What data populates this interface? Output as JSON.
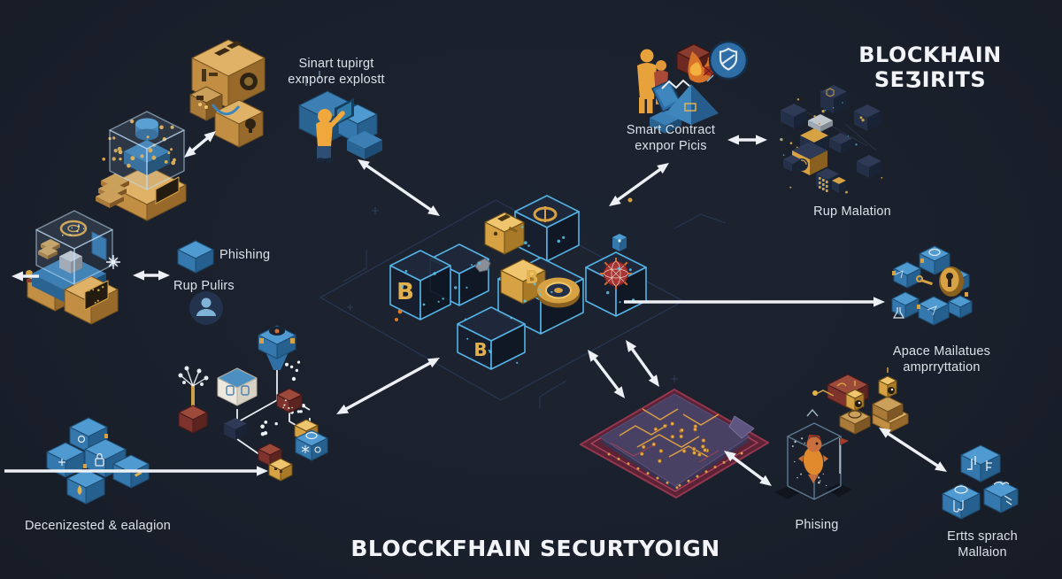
{
  "titles": {
    "top_right": "BLOCKHAIN SEƷIRITS",
    "bottom_center": "BLOCCKFHAIN SECURTYOIGN"
  },
  "labels": {
    "mining_exploit_1": "Sinart tupirgt",
    "mining_exploit_2": "exnpore explostt",
    "smart_contract_1": "Smart Contract",
    "smart_contract_2": "exnpor Picis",
    "rug_malation": "Rup Malation",
    "phishing": "Phishing",
    "rug_pulls": "Rup Pulirs",
    "apace_1": "Apace Mailatues",
    "apace_2": "amprryttation",
    "decentralized": "Decenizested & ealagion",
    "phising": "Phising",
    "erts_1": "Ertts sprach",
    "erts_2": "Mallaion"
  },
  "colors": {
    "background": "#1a202b",
    "arrow": "#edf0f4",
    "label_text": "#dce1e8",
    "title_text": "#f2f4f8",
    "gold": "#d7a244",
    "tan": "#c18e44",
    "blue": "#3578ae",
    "navy_cube": "#242f48",
    "cyan_glow": "#54b2e4",
    "maroon": "#7e342c",
    "circuit_purple": "#494163",
    "orange": "#e07a2a"
  },
  "illustrations": [
    "mining-hardware-crates",
    "mining-rig-glass-cube",
    "vault-glass-case",
    "analyst-terminal",
    "phishing-cube",
    "user-avatar",
    "smart-contract-exploit-scene",
    "shield-badge",
    "encrypted-cube-grid",
    "blockchain-cubes-center",
    "encryption-lock-cubes",
    "node-network-tree",
    "decentralized-cubes",
    "circuit-board",
    "surveillance-crates",
    "phishing-wireframe-cube",
    "malware-cubes"
  ]
}
